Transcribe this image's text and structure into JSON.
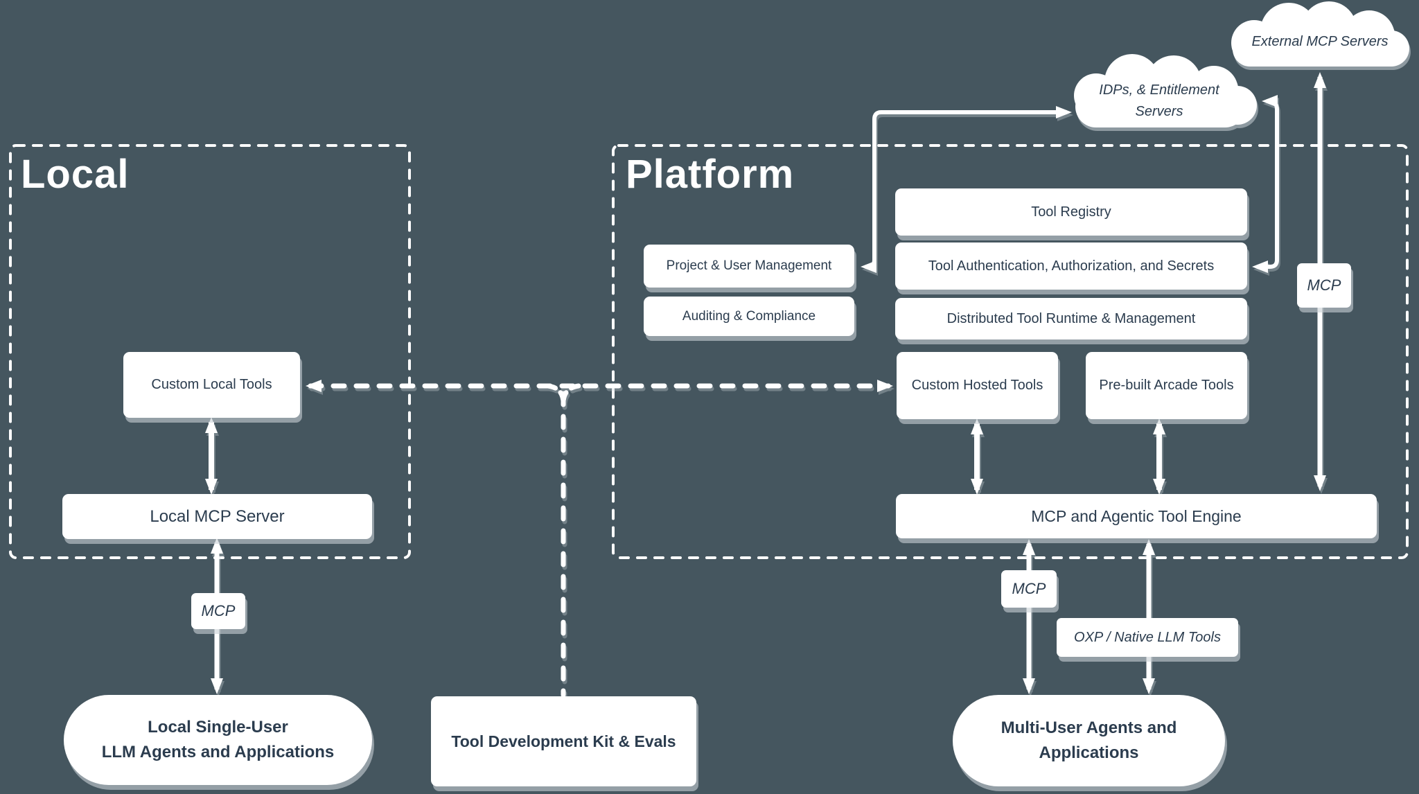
{
  "colors": {
    "background": "#45565f",
    "node_fill": "#ffffff",
    "node_text": "#2b3c4e",
    "line": "#ffffff",
    "shadow": "#c9d1d6"
  },
  "groups": {
    "local": {
      "title": "Local"
    },
    "platform": {
      "title": "Platform"
    }
  },
  "nodes": {
    "custom_local_tools": {
      "label": "Custom Local Tools"
    },
    "local_mcp_server": {
      "label": "Local MCP Server"
    },
    "tool_registry": {
      "label": "Tool Registry"
    },
    "tool_auth": {
      "label": "Tool Authentication, Authorization, and Secrets"
    },
    "distributed_runtime": {
      "label": "Distributed Tool Runtime & Management"
    },
    "project_user_mgmt": {
      "label": "Project & User Management"
    },
    "auditing_compliance": {
      "label": "Auditing & Compliance"
    },
    "custom_hosted_tools": {
      "label": "Custom Hosted Tools"
    },
    "prebuilt_arcade_tools": {
      "label": "Pre-built Arcade Tools"
    },
    "mcp_engine": {
      "label": "MCP and Agentic Tool Engine"
    },
    "tdk": {
      "label": "Tool Development Kit & Evals"
    }
  },
  "terminals": {
    "local_agents": {
      "line1": "Local Single-User",
      "line2": "LLM Agents and Applications"
    },
    "multi_user_agents": {
      "line1": "Multi-User Agents and",
      "line2": "Applications"
    }
  },
  "clouds": {
    "external": {
      "label": "External MCP Servers"
    },
    "idps": {
      "line1": "IDPs, & Entitlement",
      "line2": "Servers"
    }
  },
  "protocol_labels": {
    "mcp_local": "MCP",
    "mcp_platform": "MCP",
    "mcp_external": "MCP",
    "oxp": "OXP / Native LLM Tools"
  }
}
